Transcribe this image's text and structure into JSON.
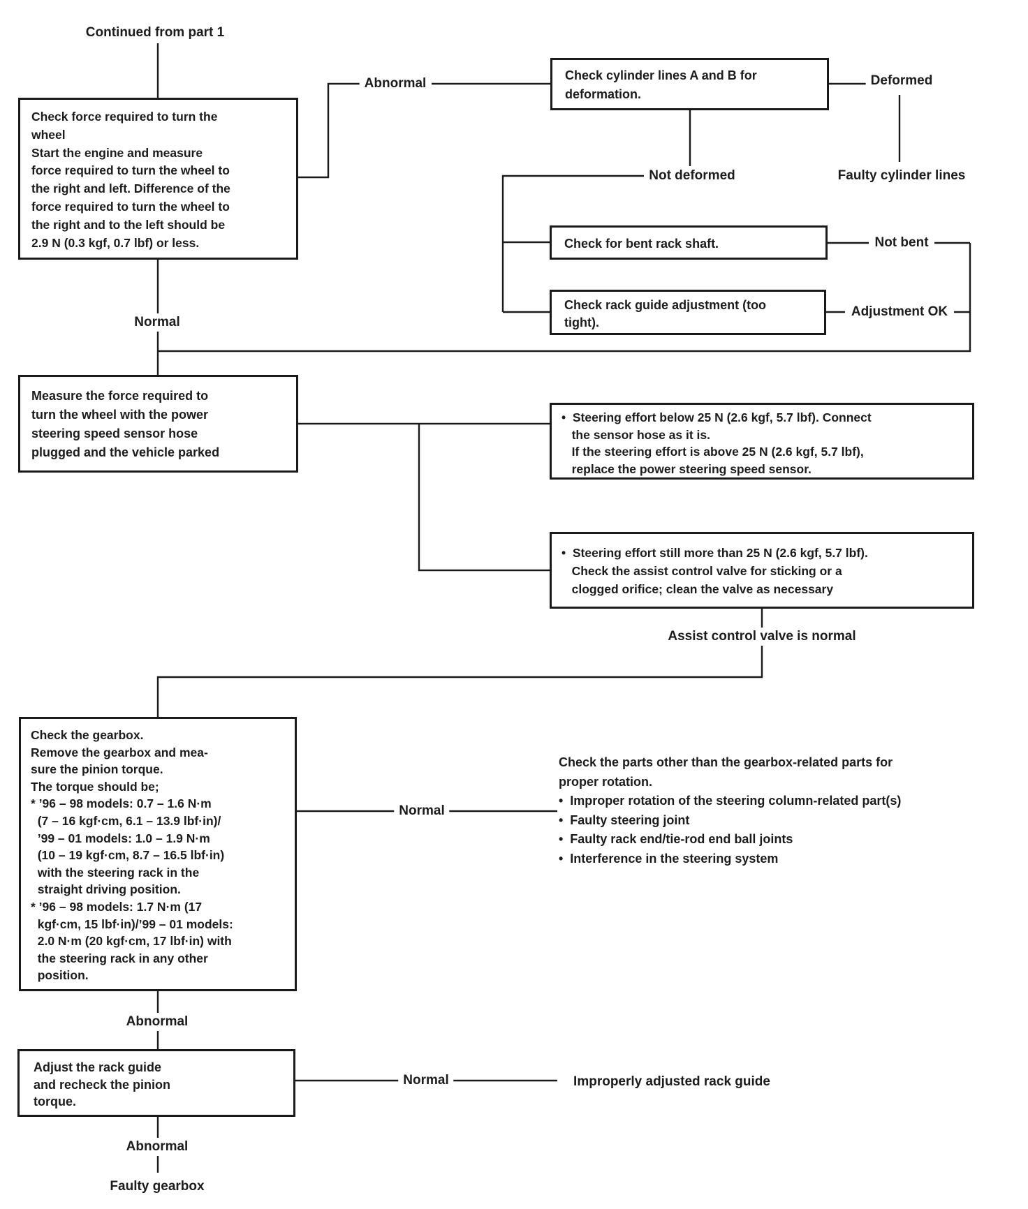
{
  "page": {
    "kind": "troubleshooting flowchart (scanned service manual page)",
    "ink_color": "#1a1a1a",
    "background_color": "#ffffff"
  },
  "labels": {
    "continued": "Continued from part 1",
    "abnormal_top": "Abnormal",
    "deformed": "Deformed",
    "faulty_cylinder_lines": "Faulty cylinder lines",
    "not_deformed": "Not deformed",
    "not_bent": "Not bent",
    "adjustment_ok": "Adjustment OK",
    "normal_1": "Normal",
    "assist_valve_normal": "Assist control valve is normal",
    "normal_2": "Normal",
    "abnormal_2": "Abnormal",
    "normal_3": "Normal",
    "improperly_adjusted": "Improperly adjusted rack guide",
    "abnormal_3": "Abnormal",
    "faulty_gearbox": "Faulty gearbox"
  },
  "boxes": {
    "check_force": "Check force required to turn the\nwheel\nStart the engine and measure\nforce required to turn the wheel to\nthe right and left. Difference of the\nforce required to turn the wheel to\nthe right and to the left should be\n2.9 N (0.3 kgf, 0.7 lbf) or less.",
    "check_cylinder": "Check cylinder lines A and B for\ndeformation.",
    "check_bent": "Check for bent rack shaft.",
    "check_rack_guide": "Check rack guide adjustment (too\ntight).",
    "measure_force": "Measure the force required to\nturn the wheel with the power\nsteering speed sensor hose\nplugged and the vehicle parked",
    "effort_below": "•  Steering effort below 25 N (2.6 kgf, 5.7 lbf). Connect\n   the sensor hose as it is.\n   If the steering effort is above 25 N (2.6 kgf, 5.7 lbf),\n   replace the power steering speed sensor.",
    "effort_still": "•  Steering effort still more than 25 N (2.6 kgf, 5.7 lbf).\n   Check the assist control valve for sticking or a\n   clogged orifice; clean the valve as necessary",
    "check_gearbox": "Check the gearbox.\nRemove the gearbox and mea-\nsure the pinion torque.\nThe torque should be;\n* ’96 – 98 models: 0.7 – 1.6 N·m\n  (7 – 16 kgf·cm, 6.1 – 13.9 lbf·in)/\n  ’99 – 01 models: 1.0 – 1.9 N·m\n  (10 – 19 kgf·cm, 8.7 – 16.5 lbf·in)\n  with the steering rack in the\n  straight driving position.\n* ’96 – 98 models: 1.7 N·m (17\n  kgf·cm, 15 lbf·in)/’99 – 01 models:\n  2.0 N·m (20 kgf·cm, 17 lbf·in) with\n  the steering rack in any other\n  position.",
    "adjust_rack_guide": "Adjust the rack guide\nand recheck the pinion\ntorque."
  },
  "notes": {
    "check_parts": "Check the parts other than the gearbox-related parts for\nproper rotation.\n•  Improper rotation of the steering column-related part(s)\n•  Faulty steering joint\n•  Faulty rack end/tie-rod end ball joints\n•  Interference in the steering system"
  }
}
